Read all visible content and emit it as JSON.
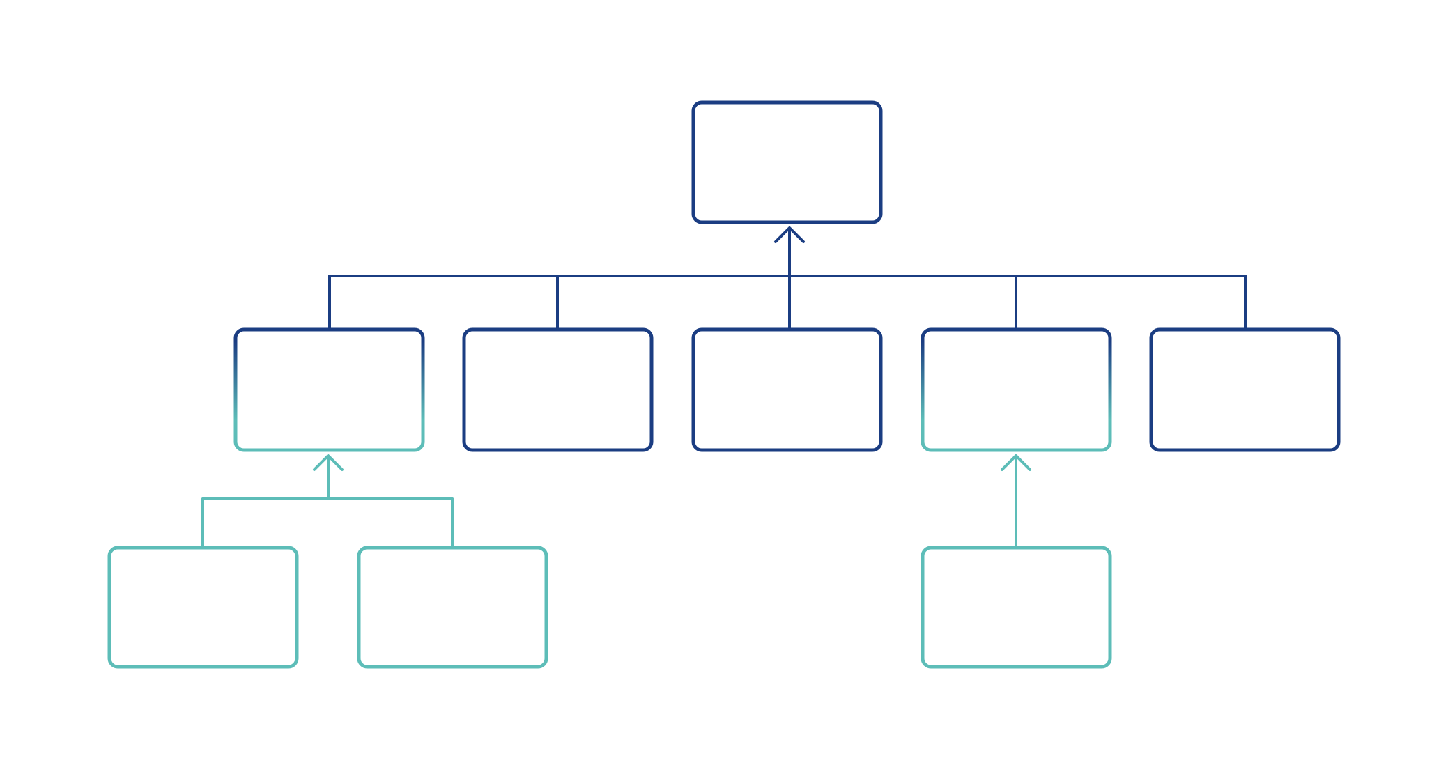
{
  "colors": {
    "primary": "#1b3d82",
    "secondary": "#5dbdb8",
    "background": "#ffffff"
  },
  "nodes": [
    {
      "id": "root",
      "level": 0,
      "label": "",
      "style": "primary"
    },
    {
      "id": "child-1",
      "level": 1,
      "label": "",
      "style": "gradient"
    },
    {
      "id": "child-2",
      "level": 1,
      "label": "",
      "style": "primary"
    },
    {
      "id": "child-3",
      "level": 1,
      "label": "",
      "style": "primary"
    },
    {
      "id": "child-4",
      "level": 1,
      "label": "",
      "style": "gradient"
    },
    {
      "id": "child-5",
      "level": 1,
      "label": "",
      "style": "primary"
    },
    {
      "id": "grandchild-1",
      "level": 2,
      "label": "",
      "parent": "child-1",
      "style": "secondary"
    },
    {
      "id": "grandchild-2",
      "level": 2,
      "label": "",
      "parent": "child-1",
      "style": "secondary"
    },
    {
      "id": "grandchild-3",
      "level": 2,
      "label": "",
      "parent": "child-4",
      "style": "secondary"
    }
  ],
  "connectors": [
    {
      "from": [
        "child-1",
        "child-2",
        "child-3",
        "child-4",
        "child-5"
      ],
      "to": "root",
      "arrow": "up",
      "style": "primary"
    },
    {
      "from": [
        "grandchild-1",
        "grandchild-2"
      ],
      "to": "child-1",
      "arrow": "up",
      "style": "secondary"
    },
    {
      "from": [
        "grandchild-3"
      ],
      "to": "child-4",
      "arrow": "up",
      "style": "secondary"
    }
  ]
}
